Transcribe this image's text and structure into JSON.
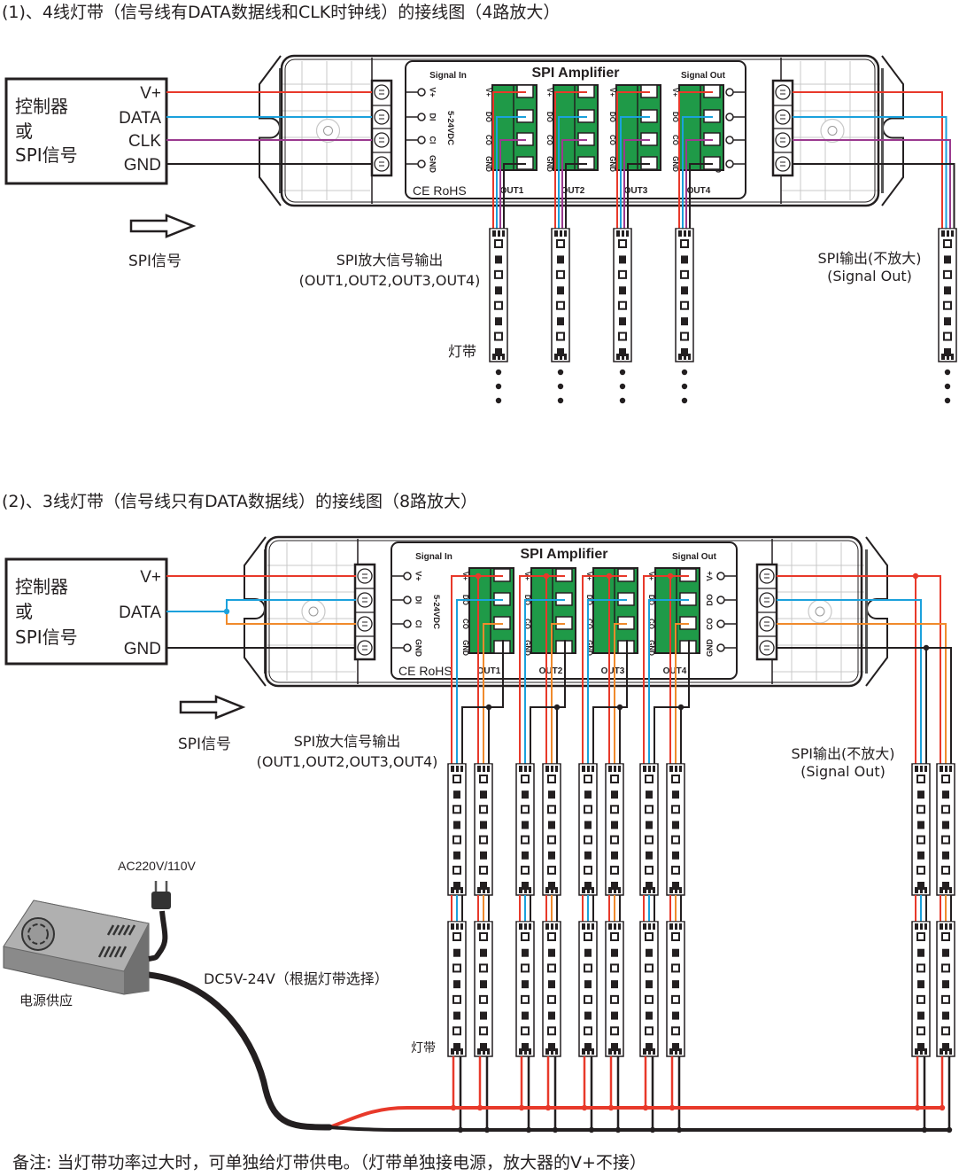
{
  "colors": {
    "vplus": "#e8392a",
    "data": "#1ba1dc",
    "clk": "#9b3a8f",
    "data2": "#f08a2c",
    "gnd": "#231f20",
    "terminal_green": "#1f9a48",
    "outline": "#231f20",
    "grid": "#c8c8c8"
  },
  "section1": {
    "title": "(1)、4线灯带（信号线有DATA数据线和CLK时钟线）的接线图（4路放大）",
    "controller": {
      "name_lines": [
        "控制器",
        "或",
        "SPI信号"
      ],
      "pins": [
        "V+",
        "DATA",
        "CLK",
        "GND"
      ]
    },
    "arrow_label": "SPI信号",
    "amplifier": {
      "title": "SPI  Amplifier",
      "signal_in": "Signal In",
      "signal_out": "Signal Out",
      "in_pins": [
        "V+",
        "DI",
        "CI",
        "GND"
      ],
      "out_pins": [
        "V+",
        "DO",
        "CO",
        "GND"
      ],
      "voltage": "5-24VDC",
      "cert": "CE RoHS",
      "terminal_pins": [
        "V+",
        "DO",
        "CO",
        "GND"
      ],
      "outputs": [
        "OUT1",
        "OUT2",
        "OUT3",
        "OUT4"
      ]
    },
    "amplified_label_1": "SPI放大信号输出",
    "amplified_label_2": "(OUT1,OUT2,OUT3,OUT4)",
    "strip_label": "灯带",
    "passthrough_label_1": "SPI输出(不放大)",
    "passthrough_label_2": "(Signal Out)"
  },
  "section2": {
    "title": "(2)、3线灯带（信号线只有DATA数据线）的接线图（8路放大）",
    "controller": {
      "name_lines": [
        "控制器",
        "或",
        "SPI信号"
      ],
      "pins": [
        "V+",
        "DATA",
        "GND"
      ]
    },
    "arrow_label": "SPI信号",
    "amplifier": {
      "title": "SPI  Amplifier",
      "signal_in": "Signal In",
      "signal_out": "Signal Out",
      "in_pins": [
        "V+",
        "DI",
        "CI",
        "GND"
      ],
      "out_pins": [
        "V+",
        "DO",
        "CO",
        "GND"
      ],
      "voltage": "5-24VDC",
      "cert": "CE RoHS",
      "terminal_pins": [
        "V+",
        "DO",
        "CO",
        "GND"
      ],
      "outputs": [
        "OUT1",
        "OUT2",
        "OUT3",
        "OUT4"
      ]
    },
    "amplified_label_1": "SPI放大信号输出",
    "amplified_label_2": "(OUT1,OUT2,OUT3,OUT4)",
    "strip_label": "灯带",
    "passthrough_label_1": "SPI输出(不放大)",
    "passthrough_label_2": "(Signal Out)",
    "power": {
      "ac_label": "AC220V/110V",
      "psu_label": "电源供应",
      "dc_label": "DC5V-24V（根据灯带选择）"
    }
  },
  "note": "备注: 当灯带功率过大时，可单独给灯带供电。（灯带单独接电源，放大器的V+不接）"
}
